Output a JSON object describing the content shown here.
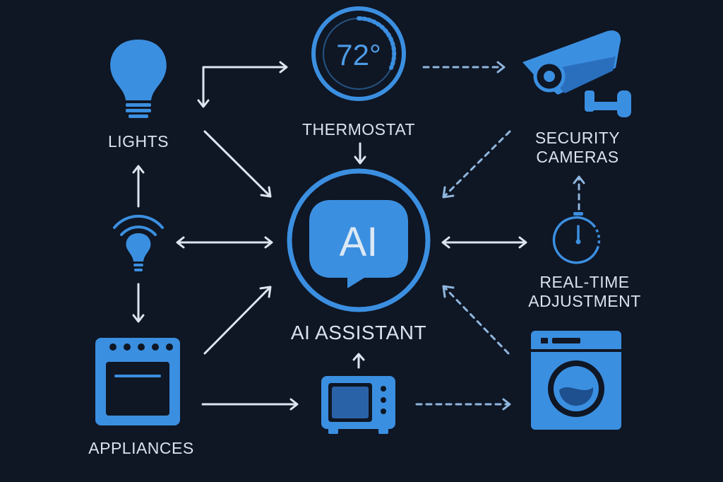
{
  "colors": {
    "background": "#0f1624",
    "accent": "#3b8fe0",
    "text": "#d9e3ef",
    "dashed_arrow": "#8fb6dd"
  },
  "nodes": {
    "lights": {
      "label": "LIGHTS",
      "icon": "lightbulb-icon"
    },
    "thermostat": {
      "label": "THERMOSTAT",
      "reading": "72°",
      "icon": "thermostat-icon"
    },
    "security": {
      "label_line1": "SECURITY",
      "label_line2": "CAMERAS",
      "icon": "security-camera-icon"
    },
    "smart_bulb": {
      "icon": "wifi-bulb-icon"
    },
    "assistant": {
      "label": "AI ASSISTANT",
      "badge": "AI",
      "icon": "chat-bubble-icon"
    },
    "realtime": {
      "label_line1": "REAL-TIME",
      "label_line2": "ADJUSTMENT",
      "icon": "timer-icon"
    },
    "appliances": {
      "label": "APPLIANCES",
      "icon": "oven-icon"
    },
    "microwave": {
      "icon": "microwave-icon"
    },
    "washer": {
      "icon": "washing-machine-icon"
    }
  }
}
